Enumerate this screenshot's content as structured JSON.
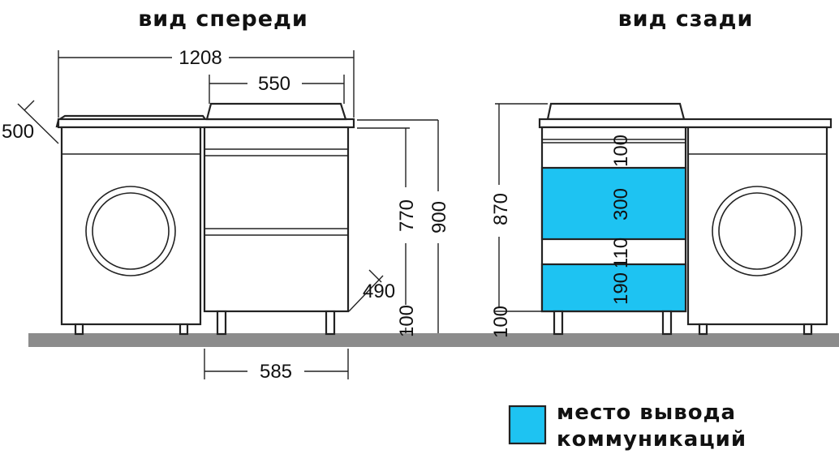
{
  "titles": {
    "front": "вид спереди",
    "back": "вид сзади"
  },
  "front_dimensions": {
    "total_width": "1208",
    "cabinet_top_width": "550",
    "depth_top": "500",
    "height_770": "770",
    "height_900": "900",
    "depth_490": "490",
    "legs_100": "100",
    "bottom_width": "585"
  },
  "back_dimensions": {
    "height_870": "870",
    "legs_100": "100",
    "seg_100": "100",
    "seg_300": "300",
    "seg_110": "110",
    "seg_190": "190"
  },
  "legend": {
    "line1": "место вывода",
    "line2": "коммуникаций",
    "color": "#1ec3f2"
  },
  "colors": {
    "floor": "#8c8c8c",
    "communication_zone": "#1ec3f2"
  }
}
